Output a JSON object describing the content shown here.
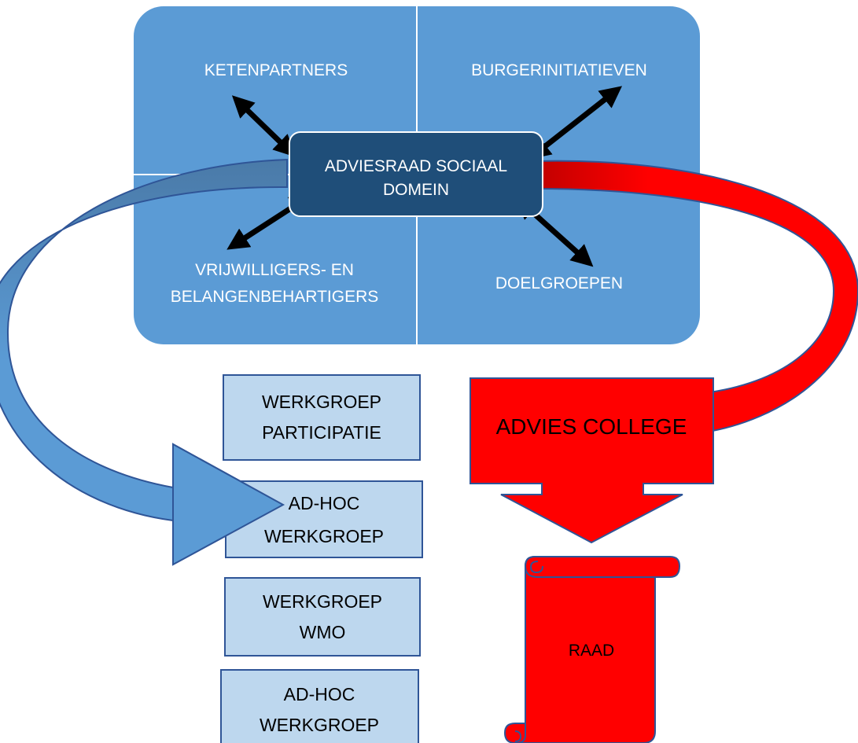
{
  "quadrants": {
    "top_left": "KETENPARTNERS",
    "top_right": "BURGERINITIATIEVEN",
    "bottom_left": [
      "VRIJWILLIGERS- EN",
      "BELANGENBEHARTIGERS"
    ],
    "bottom_right": "DOELGROEPEN"
  },
  "center": [
    "ADVIESRAAD SOCIAAL",
    "DOMEIN"
  ],
  "workgroups": [
    [
      "WERKGROEP",
      "PARTICIPATIE"
    ],
    [
      "AD-HOC",
      "WERKGROEP"
    ],
    [
      "WERKGROEP",
      "WMO"
    ],
    [
      "AD-HOC",
      "WERKGROEP"
    ]
  ],
  "advies": "ADVIES COLLEGE",
  "raad": "RAAD",
  "colors": {
    "panel": "#5b9bd5",
    "center": "#1f4e79",
    "workgroup": "#bdd7ee",
    "blue_arrow": "#5b9bd5",
    "red": "#ff0000",
    "dark_red": "#c00000"
  }
}
